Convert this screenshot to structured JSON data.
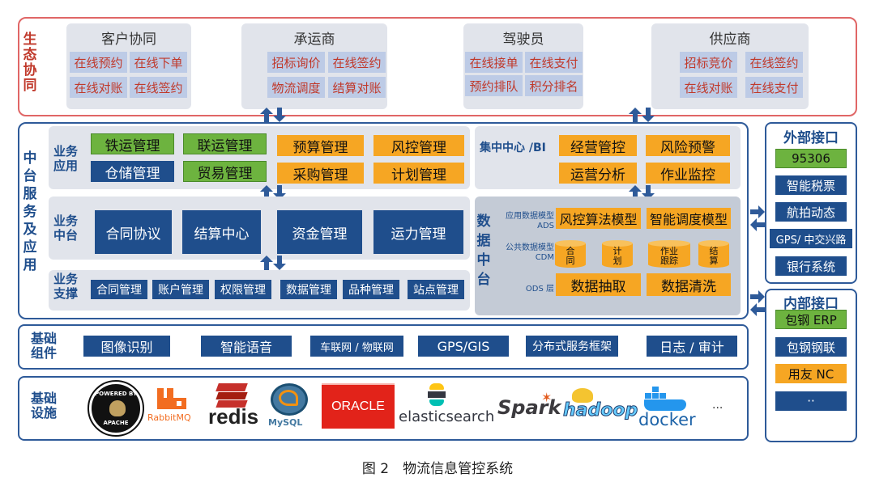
{
  "ecosystem": {
    "label": "生态协同",
    "groups": [
      {
        "title": "客户协同",
        "items": [
          "在线预约",
          "在线下单",
          "在线对账",
          "在线签约"
        ]
      },
      {
        "title": "承运商",
        "items": [
          "招标询价",
          "在线签约",
          "物流调度",
          "结算对账"
        ]
      },
      {
        "title": "驾驶员",
        "items": [
          "在线接单",
          "在线支付",
          "预约排队",
          "积分排名"
        ]
      },
      {
        "title": "供应商",
        "items": [
          "招标竞价",
          "在线签约",
          "在线对账",
          "在线支付"
        ]
      }
    ]
  },
  "middle": {
    "label": "中台服务及应用",
    "business_app": {
      "label": "业务应用",
      "green": [
        "铁运管理",
        "联运管理",
        "仓储管理",
        "贸易管理"
      ],
      "gold": [
        "预算管理",
        "风控管理",
        "采购管理",
        "计划管理"
      ]
    },
    "bi": {
      "label": "集中中心 /BI",
      "items": [
        "经营管控",
        "风险预警",
        "运营分析",
        "作业监控"
      ]
    },
    "business_mid": {
      "label": "业务中台",
      "items": [
        "合同协议",
        "结算中心",
        "资金管理",
        "运力管理"
      ]
    },
    "business_support": {
      "label": "业务支撑",
      "items": [
        "合同管理",
        "账户管理",
        "权限管理",
        "数据管理",
        "品种管理",
        "站点管理"
      ]
    },
    "data_mid": {
      "label": "数据中台",
      "ads_label": "应用数据模型 ADS",
      "cdm_label": "公共数据模型 CDM",
      "ods_label": "ODS 层",
      "ads_items": [
        "风控算法模型",
        "智能调度模型"
      ],
      "cdm_items": [
        "合同",
        "计划",
        "作业跟踪",
        "结算"
      ],
      "ods_items": [
        "数据抽取",
        "数据清洗"
      ]
    }
  },
  "base_components": {
    "label": "基础组件",
    "items": [
      "图像识别",
      "智能语音",
      "车联网 / 物联网",
      "GPS/GIS",
      "分布式服务框架",
      "日志 / 审计"
    ]
  },
  "infrastructure": {
    "label": "基础设施",
    "logos": {
      "apache_top": "POWERED BY",
      "apache_bottom": "APACHE",
      "rabbitmq": "RabbitMQ",
      "redis": "redis",
      "mysql": "MySQL",
      "oracle": "ORACLE",
      "elasticsearch": "elasticsearch",
      "spark": "Spark",
      "hadoop": "hadoop",
      "docker": "docker"
    },
    "ellipsis": "···"
  },
  "external": {
    "title": "外部接口",
    "items": [
      "95306",
      "智能税票",
      "航拍动态",
      "GPS/ 中交兴路",
      "银行系统"
    ]
  },
  "internal": {
    "title": "内部接口",
    "items": [
      "包钢 ERP",
      "包钢钢联",
      "用友 NC",
      "··"
    ]
  },
  "caption": "图 2　物流信息管控系统",
  "colors": {
    "red_border": "#e06666",
    "blue_border": "#2e5a99",
    "navy": "#1f4e8c",
    "gold": "#f6a623",
    "green": "#6db33f",
    "cell_bg": "#bdcbe6",
    "cell_text": "#c0392b"
  }
}
